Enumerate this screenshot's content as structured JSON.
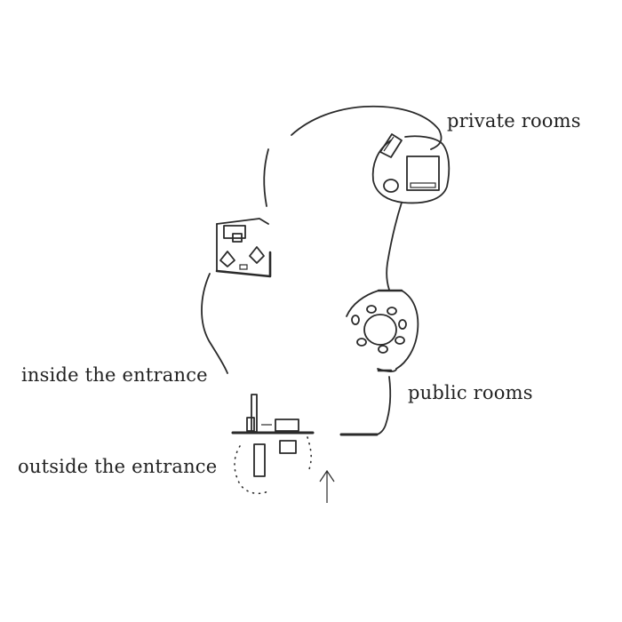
{
  "labels": {
    "private": "private rooms",
    "public": "public rooms",
    "inside": "inside the entrance",
    "outside": "outside the entrance"
  },
  "colors": {
    "ink": "#2a2a2a",
    "background": "#ffffff"
  }
}
